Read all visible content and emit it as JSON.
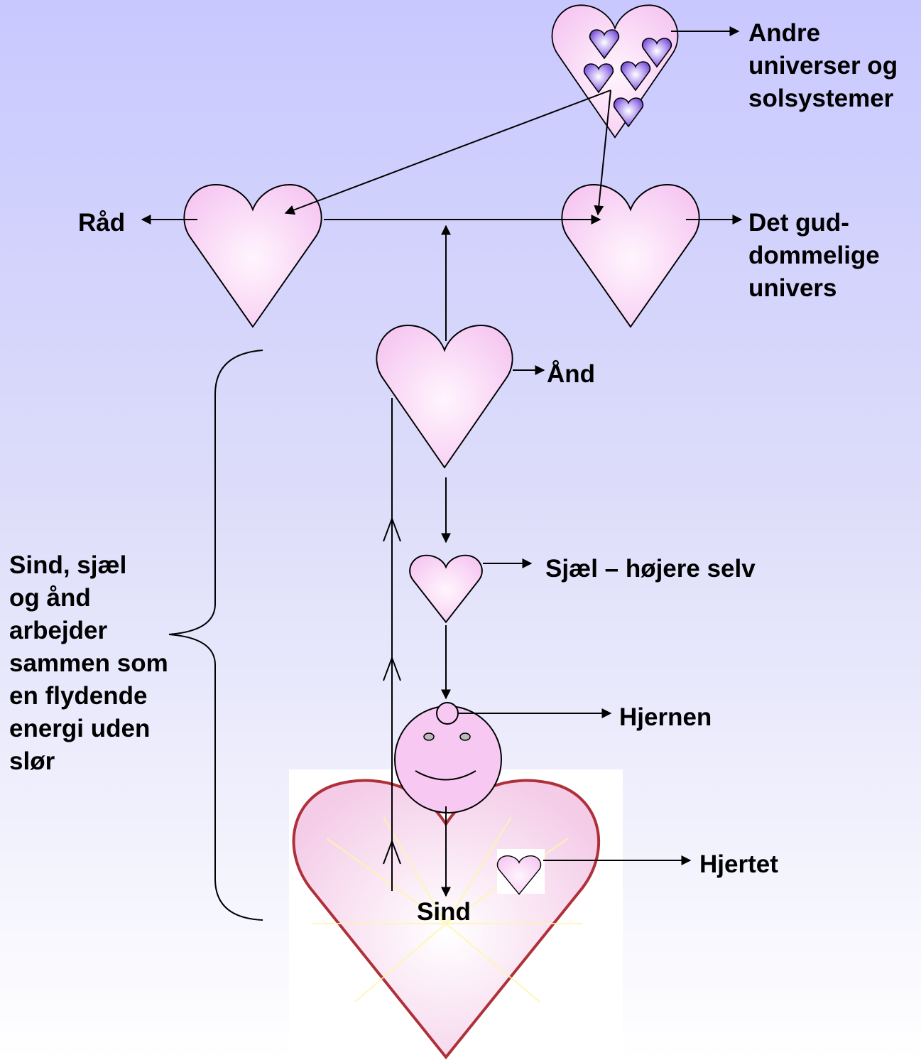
{
  "labels": {
    "andre": "Andre\nuniverser og\nsolsystemer",
    "raad": "Råd",
    "gud": "Det gud-\ndommelige\nunivers",
    "aand": "Ånd",
    "sjael": "Sjæl – højere selv",
    "hjernen": "Hjernen",
    "hjertet": "Hjertet",
    "sind": "Sind",
    "bracket_text": "Sind, sjæl\nog ånd\narbejder\nsammen som\nen flydende\nenergi uden\nslør"
  },
  "colors": {
    "heart_fill": "#f6c8f2",
    "heart_center": "#fff5fd",
    "small_heart_fill": "#8a5ce0",
    "big_heart_stroke": "#b0303a",
    "background_top": "#c8c8ff",
    "background_bottom": "#ffffff"
  }
}
